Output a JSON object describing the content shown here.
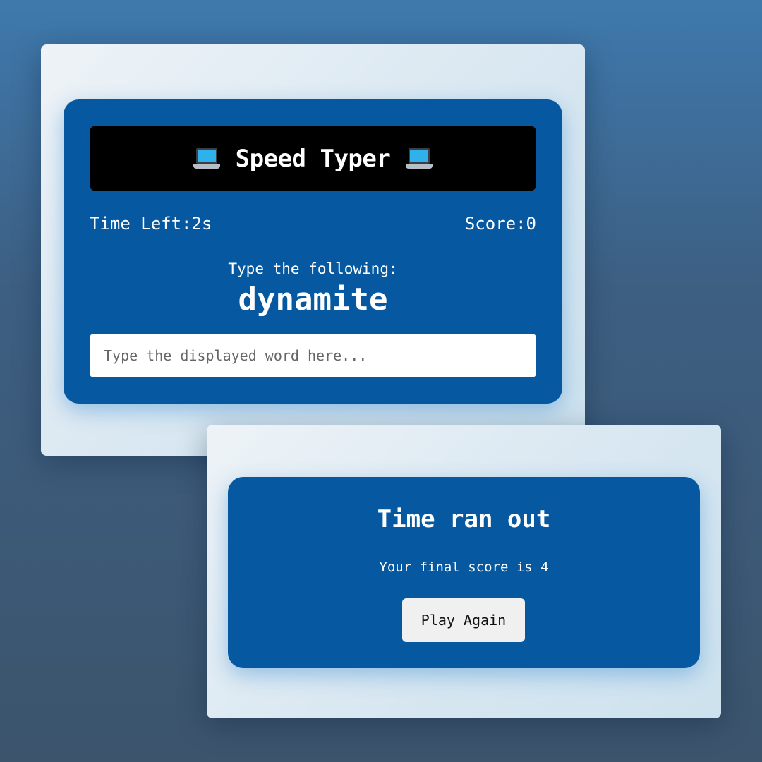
{
  "game": {
    "title": "Speed Typer",
    "title_icon": "laptop-icon",
    "time_left_label": "Time Left:",
    "time_left_value": "2s",
    "score_label": "Score:",
    "score_value": "0",
    "prompt_label": "Type the following:",
    "current_word": "dynamite",
    "input": {
      "value": "",
      "placeholder": "Type the displayed word here..."
    }
  },
  "result": {
    "title": "Time ran out",
    "message": "Your final score is 4",
    "play_again_label": "Play Again"
  },
  "colors": {
    "card_blue": "#0659a1",
    "title_bar": "#000000",
    "button_bg": "#f0f0f0",
    "laptop_screen": "#2fb2ec"
  }
}
